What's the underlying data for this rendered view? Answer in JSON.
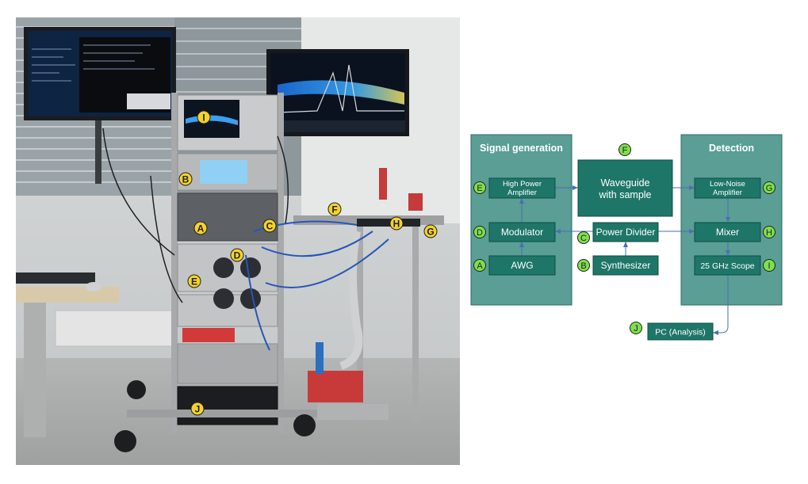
{
  "photo": {
    "badges": [
      "I",
      "B",
      "A",
      "C",
      "D",
      "E",
      "F",
      "H",
      "G",
      "J"
    ]
  },
  "diagram": {
    "groups": {
      "signal_generation": "Signal generation",
      "detection": "Detection"
    },
    "blocks": {
      "hpa_line1": "High Power",
      "hpa_line2": "Amplifier",
      "modulator": "Modulator",
      "awg": "AWG",
      "waveguide_line1": "Waveguide",
      "waveguide_line2": "with sample",
      "power_divider": "Power Divider",
      "synthesizer": "Synthesizer",
      "lna_line1": "Low-Noise",
      "lna_line2": "Amplifier",
      "mixer": "Mixer",
      "scope": "25 GHz Scope",
      "pc": "PC (Analysis)"
    },
    "badges": {
      "E": "E",
      "D": "D",
      "A": "A",
      "F": "F",
      "C": "C",
      "B": "B",
      "G": "G",
      "H": "H",
      "I": "I",
      "J": "J"
    }
  },
  "colors": {
    "group_fill": "#5a9e96",
    "block_fill": "#1e7668",
    "badge_fill": "#7ee04a",
    "arrow": "#4a6fb0",
    "photo_badge": "#f5d22a"
  }
}
